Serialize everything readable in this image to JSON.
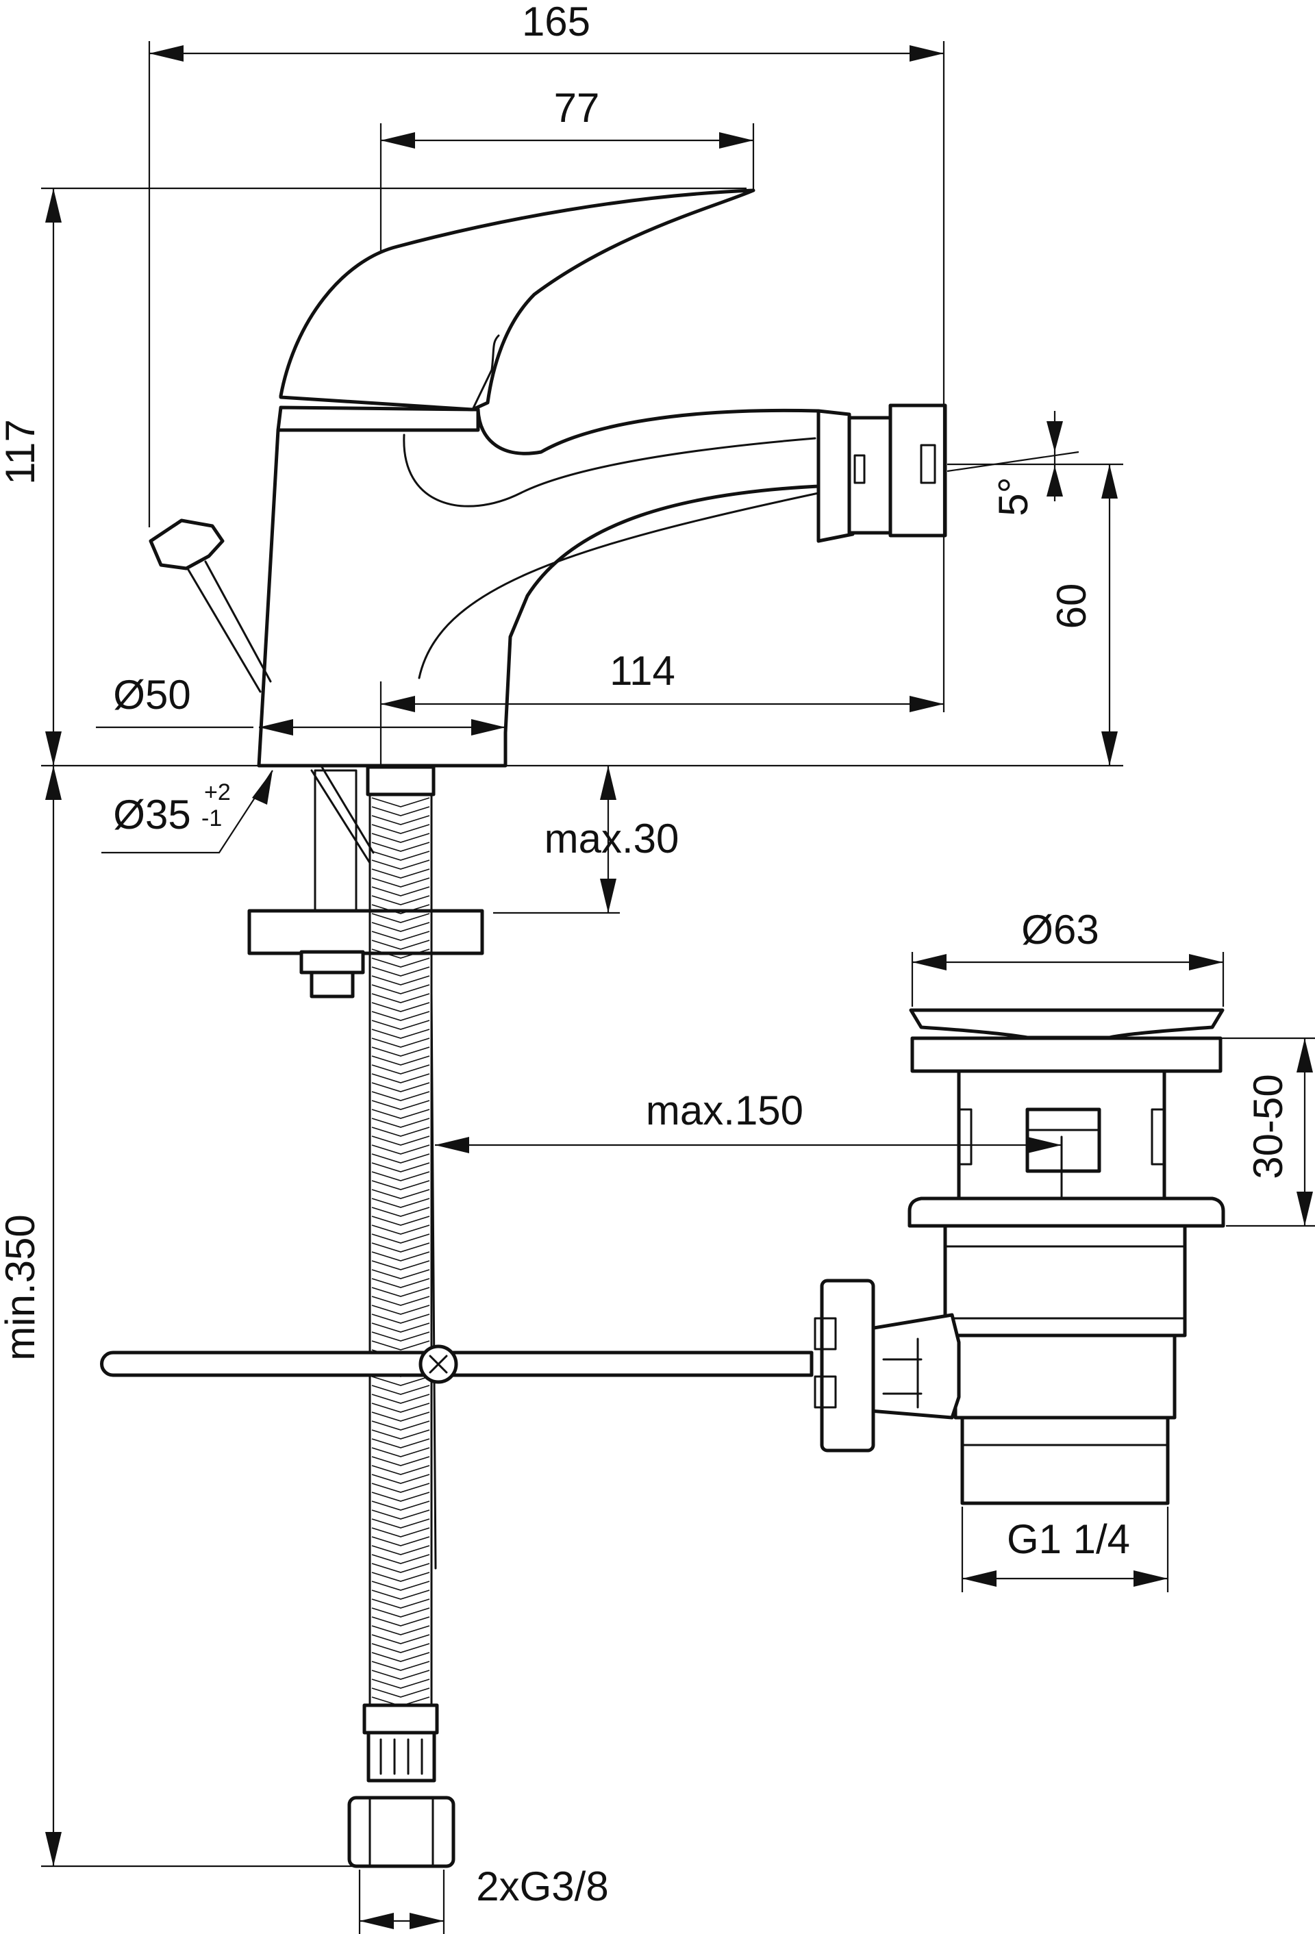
{
  "dimensions": {
    "overall_width": "165",
    "lever_width": "77",
    "overall_height": "117",
    "spout_height": "60",
    "spout_angle": "5°",
    "spout_reach": "114",
    "base_diameter": "Ø50",
    "hole_diameter": "Ø35",
    "hole_tol_plus": "+2",
    "hole_tol_minus": "-1",
    "deck_thickness": "max.30",
    "waste_diameter": "Ø63",
    "waste_height": "30-50",
    "rod_distance": "max.150",
    "waste_thread": "G1 1/4",
    "hose_length": "min.350",
    "hose_thread": "2xG3/8"
  }
}
